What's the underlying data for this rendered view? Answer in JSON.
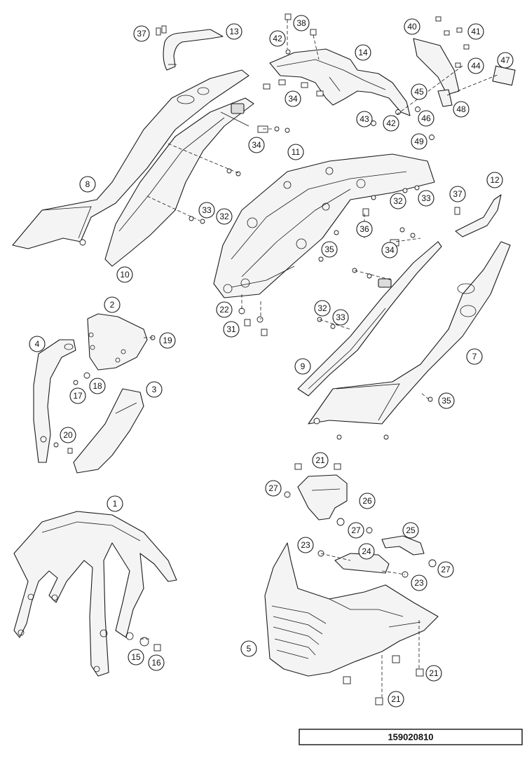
{
  "diagram_code": "159020810",
  "callouts": [
    "13",
    "37",
    "38",
    "42",
    "14",
    "40",
    "41",
    "47",
    "34",
    "44",
    "45",
    "46",
    "48",
    "43",
    "42",
    "49",
    "8",
    "11",
    "34",
    "33",
    "32",
    "32",
    "33",
    "12",
    "37",
    "36",
    "10",
    "34",
    "35",
    "22",
    "31",
    "2",
    "4",
    "19",
    "18",
    "17",
    "32",
    "33",
    "9",
    "7",
    "3",
    "20",
    "35",
    "1",
    "21",
    "27",
    "26",
    "27",
    "25",
    "23",
    "24",
    "27",
    "23",
    "15",
    "16",
    "5",
    "21",
    "21"
  ]
}
